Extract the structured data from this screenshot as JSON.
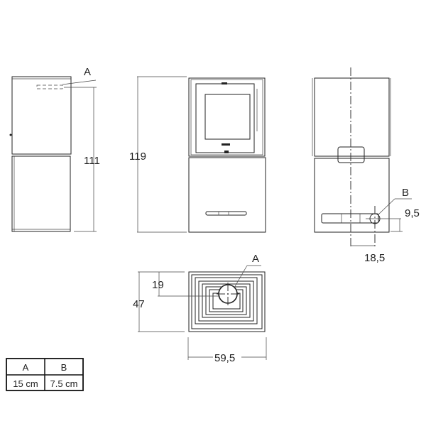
{
  "labels": {
    "side_opening": "A",
    "top_opening": "A",
    "rear_opening": "B"
  },
  "dimensions": {
    "side_height": "111",
    "total_height": "119",
    "rear_offset_vertical": "9,5",
    "rear_offset_horizontal": "18,5",
    "depth": "47",
    "top_offset": "19",
    "width": "59,5"
  },
  "table": {
    "headers": [
      "A",
      "B"
    ],
    "values": [
      "15 cm",
      "7.5 cm"
    ]
  }
}
